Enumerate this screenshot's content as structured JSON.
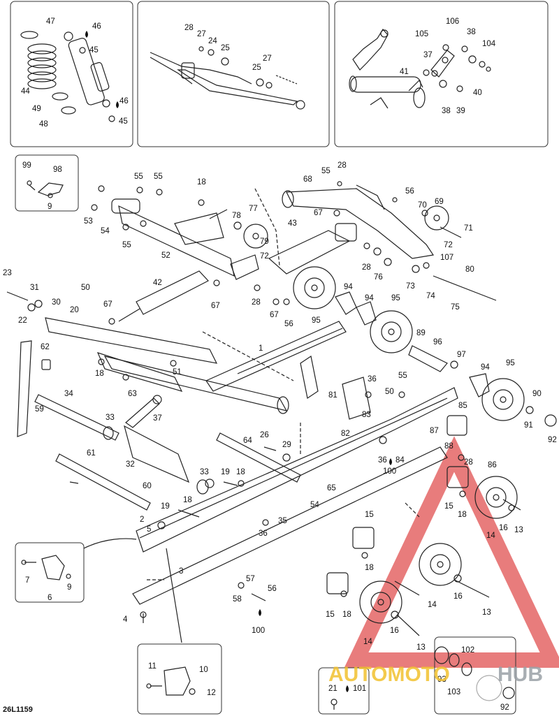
{
  "figure_code": "26L1159",
  "watermark": {
    "text_a": "AUTOMOTO",
    "text_b": "HUB",
    "color_a": "#f2c12e",
    "color_b": "#9aa0a6",
    "triangle_color": "#e05050"
  },
  "part_numbers": {
    "p1": "1",
    "p2": "2",
    "p3": "3",
    "p4": "4",
    "p5": "5",
    "p6": "6",
    "p7": "7",
    "p9": "9",
    "p9b": "9",
    "p10": "10",
    "p11": "11",
    "p12": "12",
    "p13a": "13",
    "p13b": "13",
    "p13c": "13",
    "p14a": "14",
    "p14b": "14",
    "p14c": "14",
    "p15a": "15",
    "p15b": "15",
    "p15c": "15",
    "p16a": "16",
    "p16b": "16",
    "p16c": "16",
    "p18a": "18",
    "p18b": "18",
    "p18c": "18",
    "p18d": "18",
    "p18e": "18",
    "p18f": "18",
    "p18g": "18",
    "p19a": "19",
    "p19b": "19",
    "p20": "20",
    "p21": "21",
    "p22": "22",
    "p23": "23",
    "p24": "24",
    "p25a": "25",
    "p25b": "25",
    "p26": "26",
    "p27a": "27",
    "p27b": "27",
    "p28a": "28",
    "p28b": "28",
    "p28c": "28",
    "p28d": "28",
    "p28e": "28",
    "p29": "29",
    "p30": "30",
    "p31": "31",
    "p32": "32",
    "p33a": "33",
    "p33b": "33",
    "p34": "34",
    "p35": "35",
    "p36a": "36",
    "p36b": "36",
    "p36c": "36",
    "p37a": "37",
    "p37b": "37",
    "p38a": "38",
    "p38b": "38",
    "p39": "39",
    "p40": "40",
    "p41": "41",
    "p42": "42",
    "p43": "43",
    "p44": "44",
    "p45a": "45",
    "p45b": "45",
    "p46a": "46",
    "p46b": "46",
    "p47": "47",
    "p48": "48",
    "p49": "49",
    "p50a": "50",
    "p50b": "50",
    "p51": "51",
    "p52": "52",
    "p53": "53",
    "p54a": "54",
    "p54b": "54",
    "p55a": "55",
    "p55b": "55",
    "p55c": "55",
    "p55d": "55",
    "p55e": "55",
    "p56a": "56",
    "p56b": "56",
    "p56c": "56",
    "p57": "57",
    "p58": "58",
    "p59": "59",
    "p60": "60",
    "p61": "61",
    "p62": "62",
    "p63": "63",
    "p64": "64",
    "p65": "65",
    "p67a": "67",
    "p67b": "67",
    "p67c": "67",
    "p67d": "67",
    "p68": "68",
    "p69": "69",
    "p70": "70",
    "p71": "71",
    "p72a": "72",
    "p72b": "72",
    "p73": "73",
    "p74": "74",
    "p75": "75",
    "p76": "76",
    "p77": "77",
    "p78": "78",
    "p79": "79",
    "p80": "80",
    "p81": "81",
    "p82": "82",
    "p83": "83",
    "p84": "84",
    "p85": "85",
    "p86": "86",
    "p87": "87",
    "p88": "88",
    "p89": "89",
    "p90": "90",
    "p91": "91",
    "p92a": "92",
    "p92b": "92",
    "p93": "93",
    "p94a": "94",
    "p94b": "94",
    "p94c": "94",
    "p95a": "95",
    "p95b": "95",
    "p95c": "95",
    "p96": "96",
    "p97": "97",
    "p98": "98",
    "p99": "99",
    "p100a": "100",
    "p100b": "100",
    "p101": "101",
    "p102": "102",
    "p103": "103",
    "p104": "104",
    "p105": "105",
    "p106": "106",
    "p107": "107"
  }
}
